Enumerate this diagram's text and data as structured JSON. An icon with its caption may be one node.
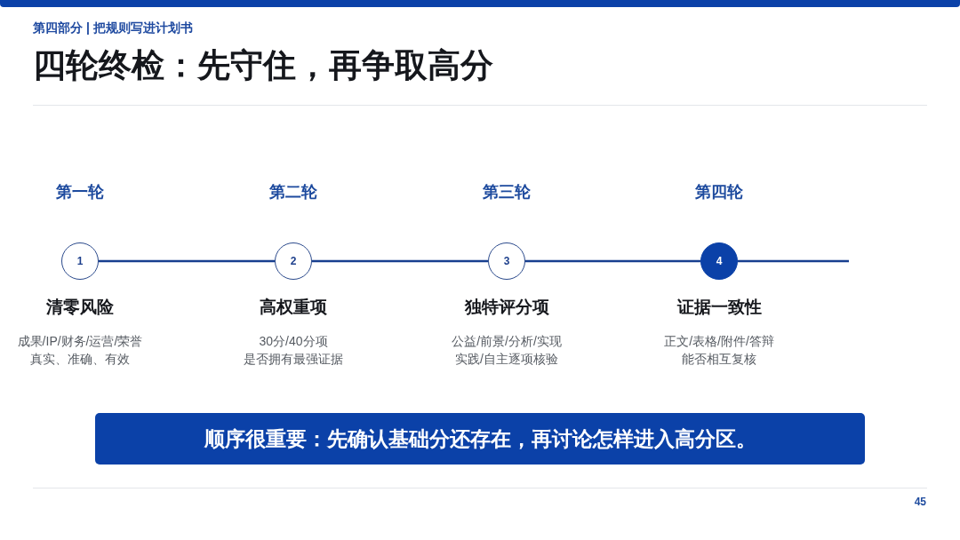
{
  "diagram": {
    "title": "四轮终检：先守住，再争取高分",
    "nodes": [
      {
        "text": [
          "1"
        ],
        "beside": [
          "第一轮",
          "清零风险",
          "成果/IP/财务/运营/荣誉",
          "真实、准确、有效"
        ]
      },
      {
        "text": [
          "2"
        ],
        "beside": [
          "第二轮",
          "高权重项",
          "30分/40分项",
          "是否拥有最强证据"
        ]
      },
      {
        "text": [
          "3"
        ],
        "beside": [
          "第三轮",
          "独特评分项",
          "公益/前景/分析/实现",
          "实践/自主逐项核验"
        ]
      },
      {
        "text": [
          "4"
        ],
        "beside": [
          "第四轮",
          "证据一致性",
          "正文/表格/附件/答辩",
          "能否相互复核"
        ]
      },
      {
        "text": [
          "顺序很重要：先确认基础分还存在，再讨论怎样进入高分区。"
        ]
      }
    ],
    "edges": [
      {
        "from": 0,
        "to": 1,
        "arrow": "none"
      },
      {
        "from": 1,
        "to": 2,
        "arrow": "none"
      },
      {
        "from": 2,
        "to": 3,
        "arrow": "none"
      },
      {
        "from": 3,
        "to": null,
        "arrow": "none"
      }
    ],
    "labels": [
      "第四部分 | 把规则写进计划书",
      "45"
    ]
  }
}
